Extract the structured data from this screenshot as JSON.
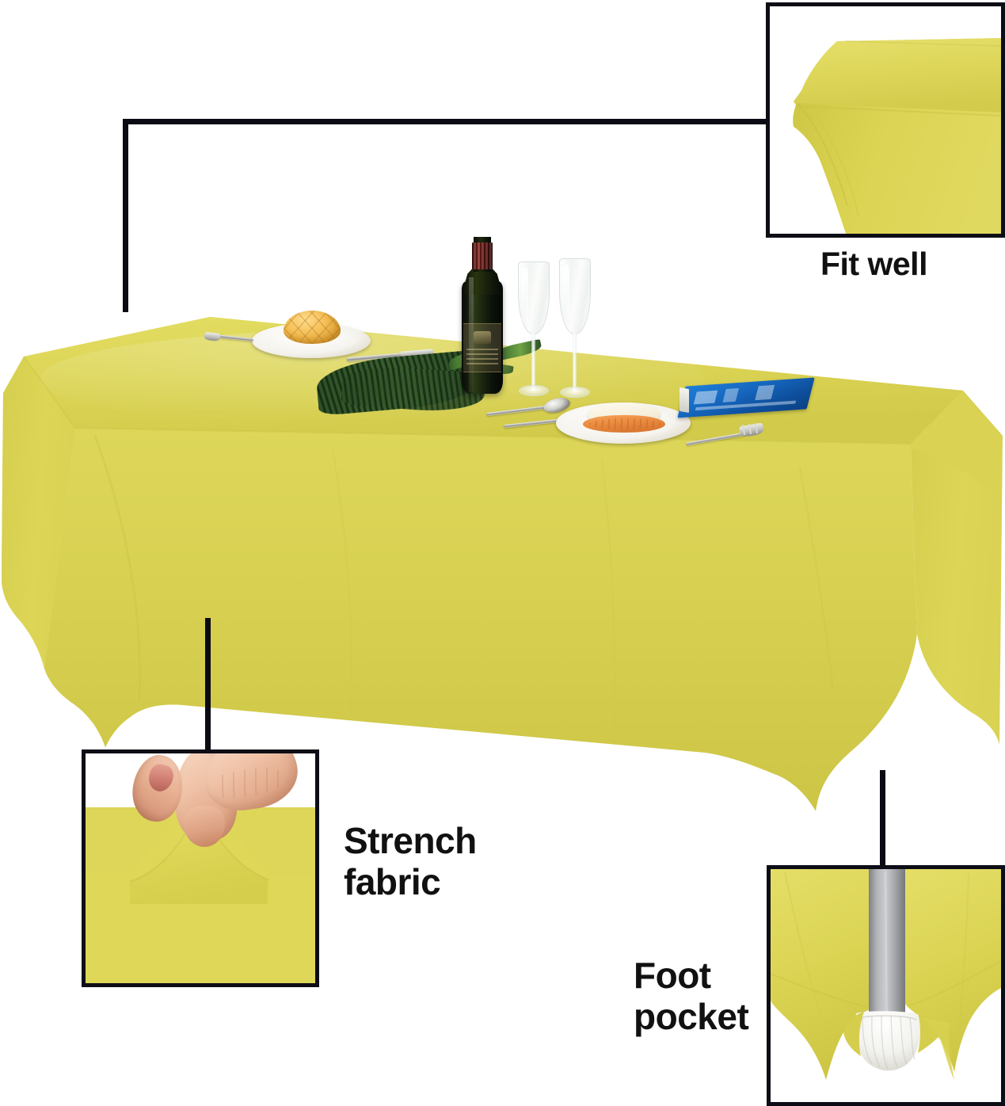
{
  "page": {
    "type": "product-infographic",
    "product": "stretch spandex rectangular tablecloth",
    "background_color": "#ffffff",
    "fabric_color": "#dad455",
    "line_color": "#0b0b14"
  },
  "callouts": [
    {
      "id": "fit-well",
      "label": "Fit well",
      "label_lines": "Fit well",
      "detail": "close-up of tablecloth corner fitting snugly over table edge"
    },
    {
      "id": "stretch-fabric",
      "label": "Strench fabric",
      "label_lines": "Strench\nfabric",
      "detail": "fingers pinching and pulling the yellow spandex fabric upward"
    },
    {
      "id": "foot-pocket",
      "label": "Foot pocket",
      "label_lines": "Foot\npocket",
      "detail": "tablecloth corner pocket wrapping around a grey table leg with white foot"
    }
  ],
  "hero": {
    "alt": "Yellow stretch tablecloth on a rectangular table set with food and drinks",
    "items": [
      {
        "name": "bread-roll-plate",
        "label": "plate with bread roll"
      },
      {
        "name": "wine-bottle",
        "label": "dark wine bottle"
      },
      {
        "name": "champagne-glass-left",
        "label": "champagne flute"
      },
      {
        "name": "champagne-glass-right",
        "label": "champagne flute"
      },
      {
        "name": "palm-leaf",
        "label": "decorative palm frond"
      },
      {
        "name": "sandwich-plate",
        "label": "plate with sandwich"
      },
      {
        "name": "blue-book",
        "label": "blue book"
      },
      {
        "name": "fork-left",
        "label": "fork"
      },
      {
        "name": "fork-right",
        "label": "fork"
      },
      {
        "name": "knife",
        "label": "knife"
      },
      {
        "name": "spoon",
        "label": "spoon"
      }
    ]
  }
}
